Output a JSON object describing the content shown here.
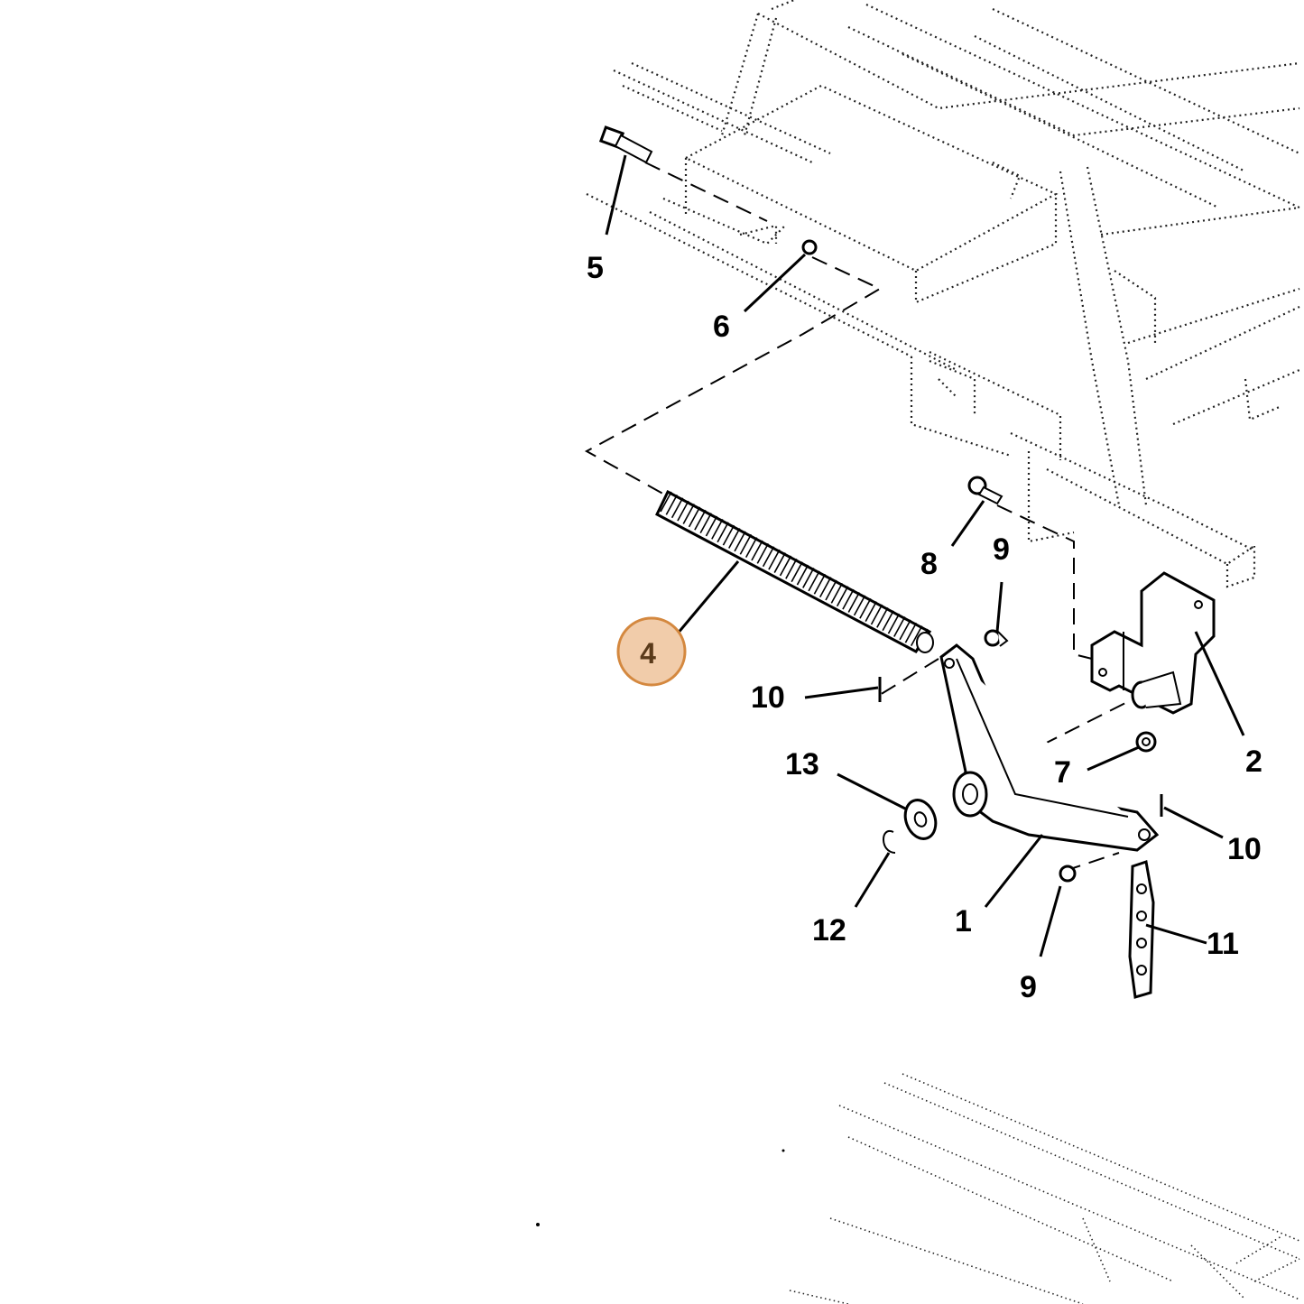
{
  "diagram": {
    "callouts": [
      {
        "id": "c1",
        "label": "1"
      },
      {
        "id": "c2",
        "label": "2"
      },
      {
        "id": "c4",
        "label": "4"
      },
      {
        "id": "c5",
        "label": "5"
      },
      {
        "id": "c6",
        "label": "6"
      },
      {
        "id": "c7",
        "label": "7"
      },
      {
        "id": "c8",
        "label": "8"
      },
      {
        "id": "c9a",
        "label": "9"
      },
      {
        "id": "c9b",
        "label": "9"
      },
      {
        "id": "c10a",
        "label": "10"
      },
      {
        "id": "c10b",
        "label": "10"
      },
      {
        "id": "c11",
        "label": "11"
      },
      {
        "id": "c12",
        "label": "12"
      },
      {
        "id": "c13",
        "label": "13"
      }
    ],
    "highlight": {
      "label": "4",
      "fill": "#f1ccaa",
      "stroke": "#d4883f",
      "text_color": "#5a3a1a"
    }
  }
}
